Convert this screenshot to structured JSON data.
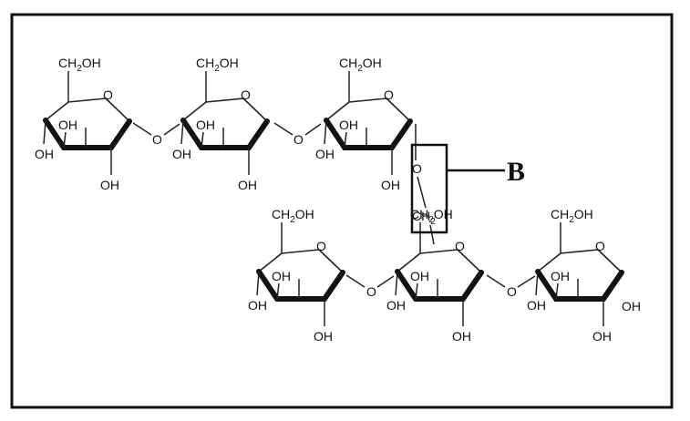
{
  "diagram": {
    "callout_label": "B",
    "bridge_oxygen": "O",
    "glycosidic_o": "O",
    "linker": "CH",
    "linker_sub": "2",
    "ring_o": "O",
    "oh": "OH",
    "ch2oh_a": "CH",
    "ch2oh_sub": "2",
    "ch2oh_b": "OH"
  },
  "colors": {
    "frame": "#111111",
    "ink": "#111111"
  },
  "rings": [
    {
      "id": "top-1"
    },
    {
      "id": "top-2"
    },
    {
      "id": "top-3"
    },
    {
      "id": "bottom-1"
    },
    {
      "id": "bottom-2"
    },
    {
      "id": "bottom-3"
    }
  ]
}
